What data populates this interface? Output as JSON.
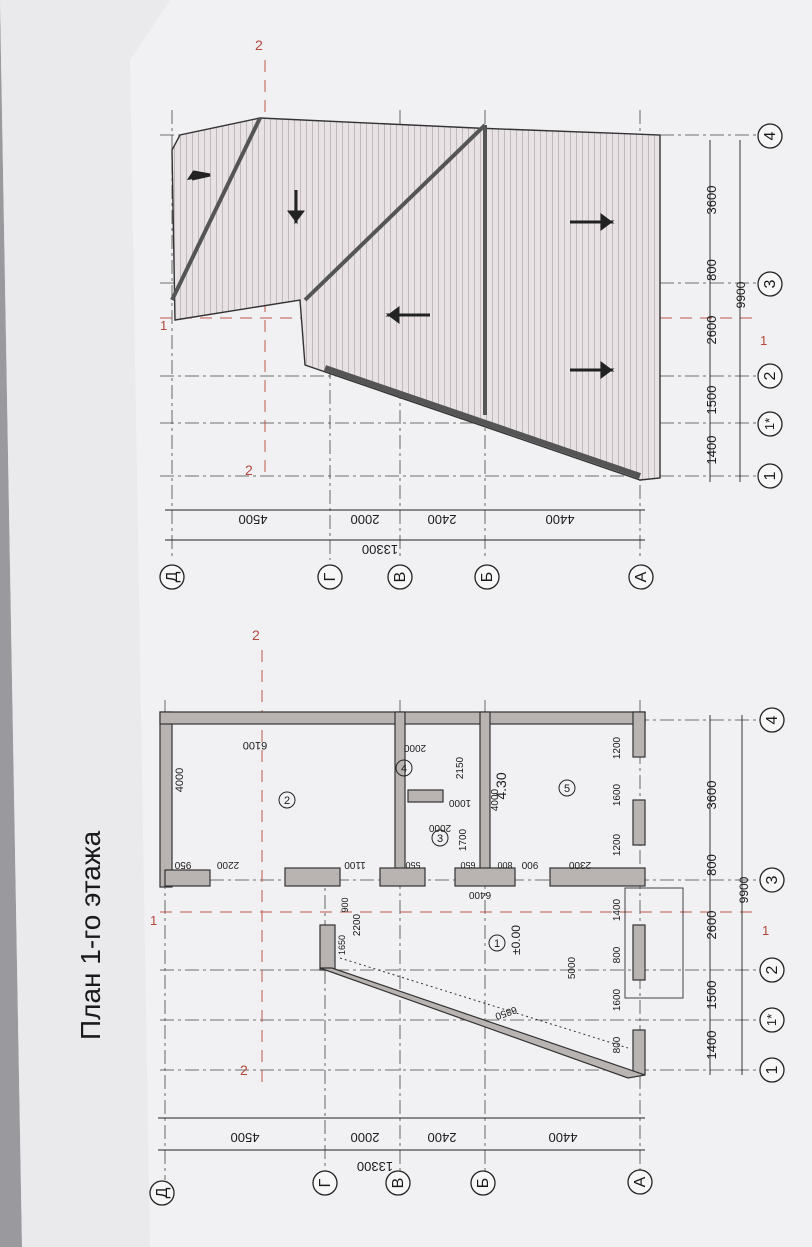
{
  "header": {
    "title_fragment": "План 1-го этажа"
  },
  "grid_axes": {
    "letters": [
      "А",
      "Б",
      "В",
      "Г",
      "Д"
    ],
    "numbers": [
      "1",
      "1*",
      "2",
      "3",
      "4"
    ]
  },
  "plan_left": {
    "dims_vertical": [
      "4400",
      "2400",
      "2000",
      "4500"
    ],
    "dims_vertical_total": "13300",
    "dims_horizontal": [
      "1400",
      "1500",
      "2600",
      "800",
      "3600"
    ],
    "dims_horizontal_total": "9900",
    "rooms": [
      {
        "num": "1",
        "note": "±0.00"
      },
      {
        "num": "2"
      },
      {
        "num": "3"
      },
      {
        "num": "4"
      },
      {
        "num": "5"
      }
    ],
    "inner_dims": [
      "4000",
      "6100",
      "2000",
      "2150",
      "4000",
      "1000",
      "2000",
      "1700",
      "900",
      "2300",
      "1200",
      "1600",
      "1200",
      "1600",
      "2200",
      "950",
      "1100",
      "550",
      "650",
      "800",
      "900",
      "1400",
      "800",
      "1600",
      "800",
      "6400",
      "5000",
      "2200",
      "900",
      "1650",
      "6850",
      "4.30"
    ],
    "section_mark": "2",
    "section_mark_alt": "1"
  },
  "plan_right": {
    "dims_vertical": [
      "4400",
      "2400",
      "2000",
      "4500"
    ],
    "dims_vertical_total": "13300",
    "dims_horizontal": [
      "1400",
      "1500",
      "2600",
      "800",
      "3600"
    ],
    "dims_horizontal_total": "9900",
    "section_mark": "2",
    "section_mark_alt": "1"
  },
  "colors": {
    "paper": "#f1f1f3",
    "wall": "#b9b4b2",
    "hatch": "#d6cfd1",
    "ink": "#1a1a1a",
    "red_line": "#c0564a",
    "background": "#9a9a9e"
  }
}
